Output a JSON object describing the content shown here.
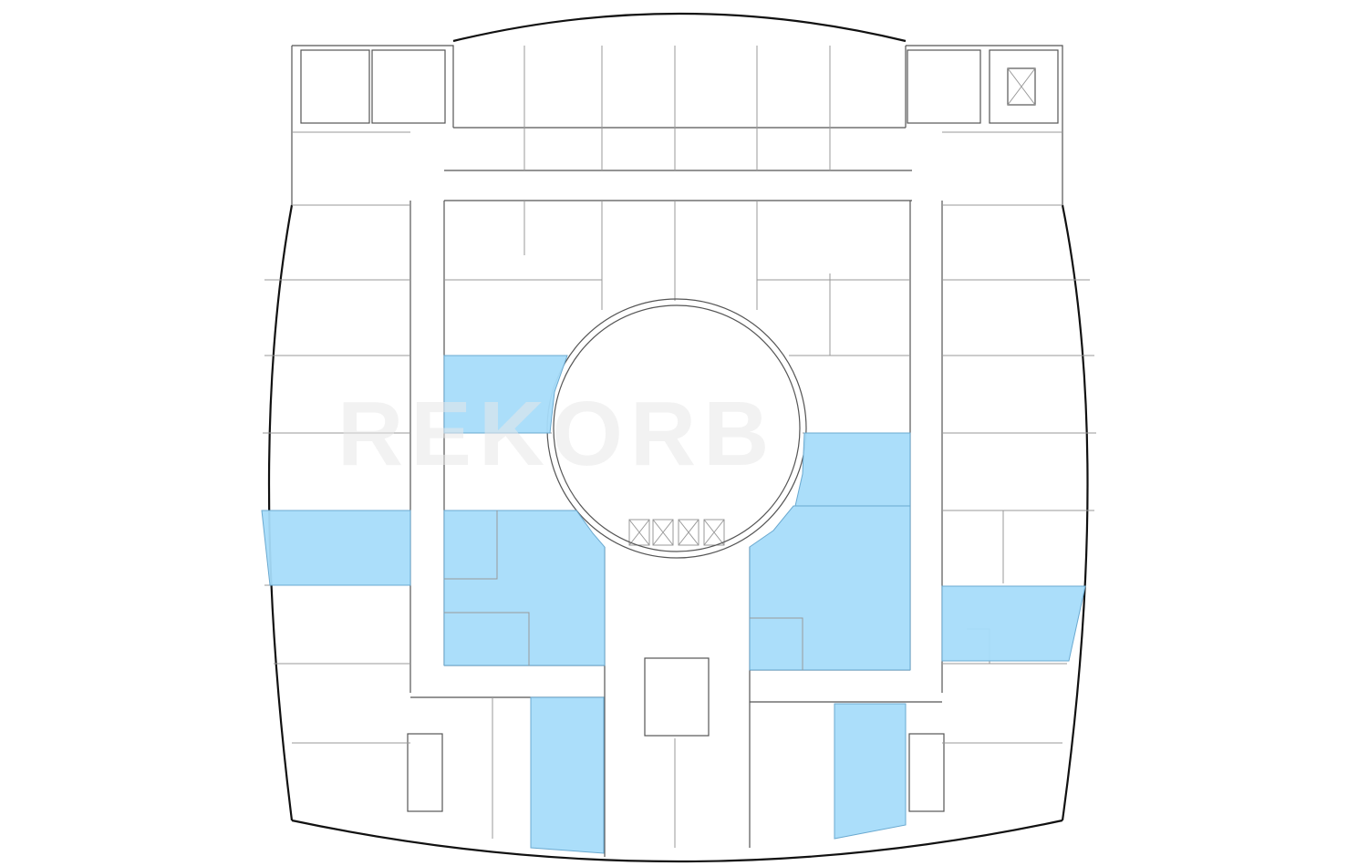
{
  "watermark": "REKORB",
  "colors": {
    "available_unit": "#a6dcfa",
    "wall": "#555555",
    "outline": "#111111"
  },
  "available_units": [
    {
      "id": "unit-left-upper-center"
    },
    {
      "id": "unit-left-west-strip"
    },
    {
      "id": "unit-left-lower-center"
    },
    {
      "id": "unit-right-upper-center"
    },
    {
      "id": "unit-right-lower-center"
    },
    {
      "id": "unit-right-east-strip"
    },
    {
      "id": "unit-bottom-left"
    },
    {
      "id": "unit-bottom-right"
    }
  ]
}
